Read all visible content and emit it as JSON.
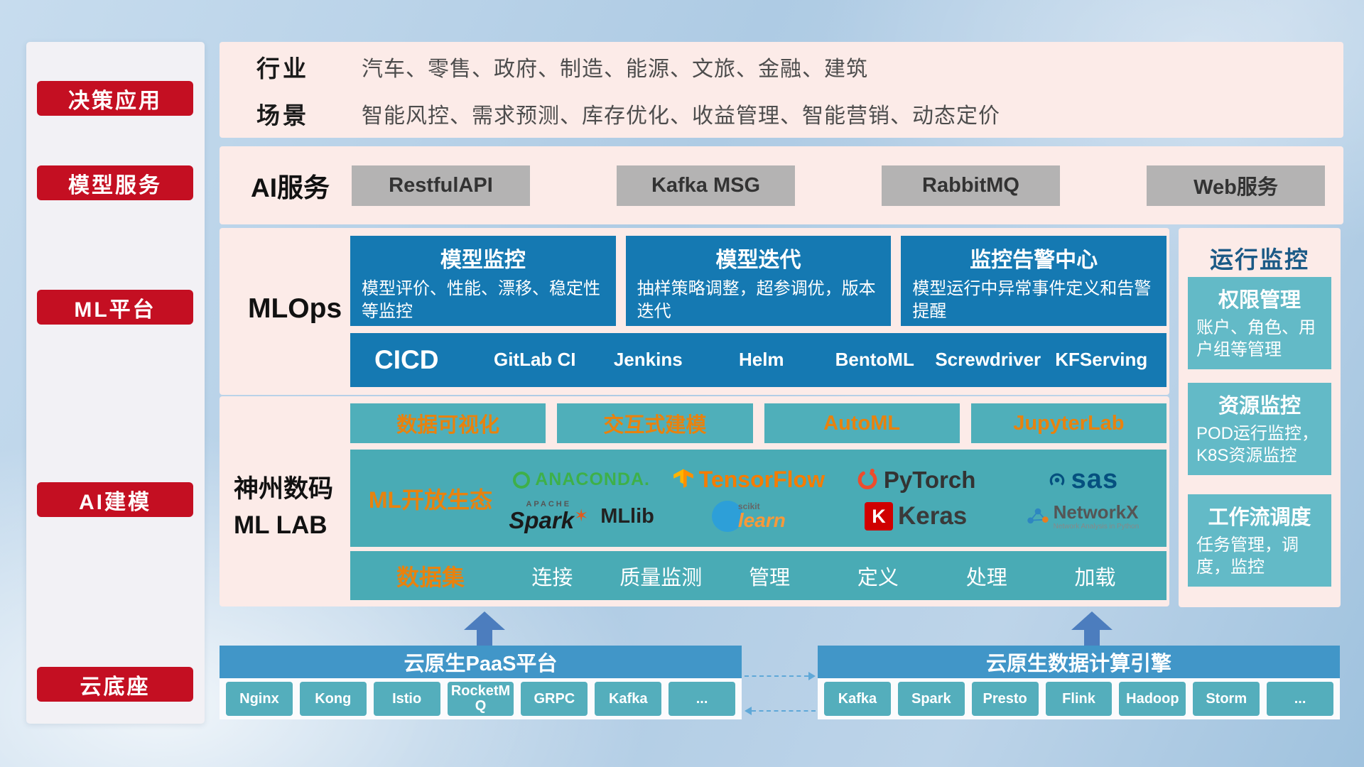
{
  "colors": {
    "sidebar_button_red": "#c40f22",
    "panel_pink": "#fcebe8",
    "mlops_blue": "#1579b2",
    "teal": "#4fafba",
    "teal_light": "#63bac7",
    "foundation_blue": "#4196c8",
    "accent_orange": "#e8820e",
    "gray_button": "#b4b3b3"
  },
  "sidebar": {
    "items": [
      "决策应用",
      "模型服务",
      "ML平台",
      "AI建模",
      "云底座"
    ]
  },
  "industry": {
    "rows": [
      {
        "label": "行业",
        "value": "汽车、零售、政府、制造、能源、文旅、金融、建筑"
      },
      {
        "label": "场景",
        "value": "智能风控、需求预测、库存优化、收益管理、智能营销、动态定价"
      }
    ]
  },
  "ai_service": {
    "label": "AI服务",
    "items": [
      "RestfulAPI",
      "Kafka MSG",
      "RabbitMQ",
      "Web服务"
    ]
  },
  "mlops": {
    "label": "MLOps",
    "cards": [
      {
        "title": "模型监控",
        "desc": "模型评价、性能、漂移、稳定性等监控"
      },
      {
        "title": "模型迭代",
        "desc": "抽样策略调整，超参调优，版本迭代"
      },
      {
        "title": "监控告警中心",
        "desc": "模型运行中异常事件定义和告警提醒"
      }
    ],
    "cicd_label": "CICD",
    "cicd_items": [
      "GitLab CI",
      "Jenkins",
      "Helm",
      "BentoML",
      "Screwdriver",
      "KFServing"
    ]
  },
  "mllab": {
    "label_line1": "神州数码",
    "label_line2": "ML LAB",
    "tools": [
      "数据可视化",
      "交互式建模",
      "AutoML",
      "JupyterLab"
    ],
    "ecosystem_label": "ML开放生态",
    "logos": {
      "anaconda": "ANACONDA.",
      "tensorflow": "TensorFlow",
      "pytorch": "PyTorch",
      "sas": "sas",
      "apache": "APACHE",
      "spark": "Spark",
      "spark_star": "✶",
      "mllib": "MLlib",
      "scikit": "scikit",
      "learn": "learn",
      "keras_k": "K",
      "keras": "Keras",
      "networkx": "NetworkX",
      "networkx_sub": "Network Analysis in Python"
    },
    "dataset_label": "数据集",
    "dataset_items": [
      "连接",
      "质量监测",
      "管理",
      "定义",
      "处理",
      "加载"
    ]
  },
  "monitor": {
    "title": "运行监控",
    "cards": [
      {
        "title": "权限管理",
        "desc": "账户、角色、用户组等管理"
      },
      {
        "title": "资源监控",
        "desc": "POD运行监控，K8S资源监控"
      },
      {
        "title": "工作流调度",
        "desc": "任务管理，调度，监控"
      }
    ]
  },
  "foundation": {
    "paas": {
      "title": "云原生PaaS平台",
      "items": [
        "Nginx",
        "Kong",
        "Istio",
        "RocketMQ",
        "GRPC",
        "Kafka",
        "..."
      ]
    },
    "engine": {
      "title": "云原生数据计算引擎",
      "items": [
        "Kafka",
        "Spark",
        "Presto",
        "Flink",
        "Hadoop",
        "Storm",
        "..."
      ]
    }
  }
}
